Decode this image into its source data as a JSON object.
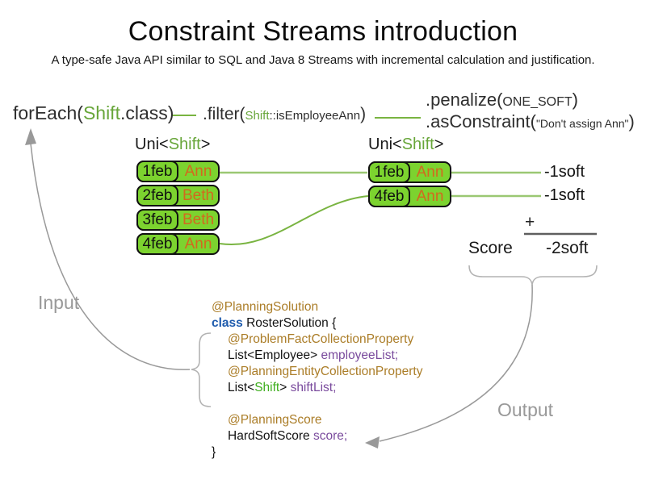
{
  "title": "Constraint Streams introduction",
  "subtitle": "A type-safe Java API similar to SQL and Java 8 Streams with incremental calculation and justification.",
  "pipeline": {
    "foreach": {
      "pre": "forEach(",
      "type": "Shift",
      "post": ".class)"
    },
    "filter": {
      "pre": ".filter(",
      "type": "Shift",
      "rest": "::isEmployeeAnn",
      "post": ")"
    },
    "penalize": {
      "pre": ".penalize(",
      "arg": "ONE_SOFT",
      "post": ")"
    },
    "as_constraint": {
      "pre": ".asConstraint(",
      "arg": "\"Don't assign Ann\"",
      "post": ")"
    }
  },
  "streams": {
    "left": {
      "label": {
        "pre": "Uni<",
        "type": "Shift",
        "post": ">"
      },
      "rows": [
        {
          "date": "1feb",
          "name": "Ann"
        },
        {
          "date": "2feb",
          "name": "Beth"
        },
        {
          "date": "3feb",
          "name": "Beth"
        },
        {
          "date": "4feb",
          "name": "Ann"
        }
      ]
    },
    "right": {
      "label": {
        "pre": "Uni<",
        "type": "Shift",
        "post": ">"
      },
      "rows": [
        {
          "date": "1feb",
          "name": "Ann"
        },
        {
          "date": "4feb",
          "name": "Ann"
        }
      ]
    }
  },
  "penalties": [
    "-1soft",
    "-1soft"
  ],
  "score": {
    "operator": "+",
    "label": "Score",
    "value": "-2soft"
  },
  "flow_labels": {
    "input": "Input",
    "output": "Output"
  },
  "code": {
    "annotation_solution": "@PlanningSolution",
    "keyword_class": "class",
    "class_declaration": " RosterSolution {",
    "annotation_problem_fact": "@ProblemFactCollectionProperty",
    "employee_list_type": "List<Employee> ",
    "employee_list_field": "employeeList;",
    "annotation_planning_entity": "@PlanningEntityCollectionProperty",
    "shift_list_pre": "List<",
    "shift_list_type": "Shift",
    "shift_list_mid": "> ",
    "shift_list_field": "shiftList;",
    "annotation_planning_score": "@PlanningScore",
    "score_type": "HardSoftScore ",
    "score_field": "score;",
    "closing_brace": "}"
  },
  "colors": {
    "box-green": "#7cd32f",
    "type-green": "#68a63a",
    "code-green": "#3fae1f",
    "line-green": "#79b441",
    "line-green-light": "#9bc873",
    "orange": "#d2691e",
    "annotation-gold": "#ab7d28",
    "keyword-blue": "#1e5bad",
    "field-purple": "#7a4b9d",
    "flow-gray": "#999999",
    "ink": "#1d1d1d"
  }
}
